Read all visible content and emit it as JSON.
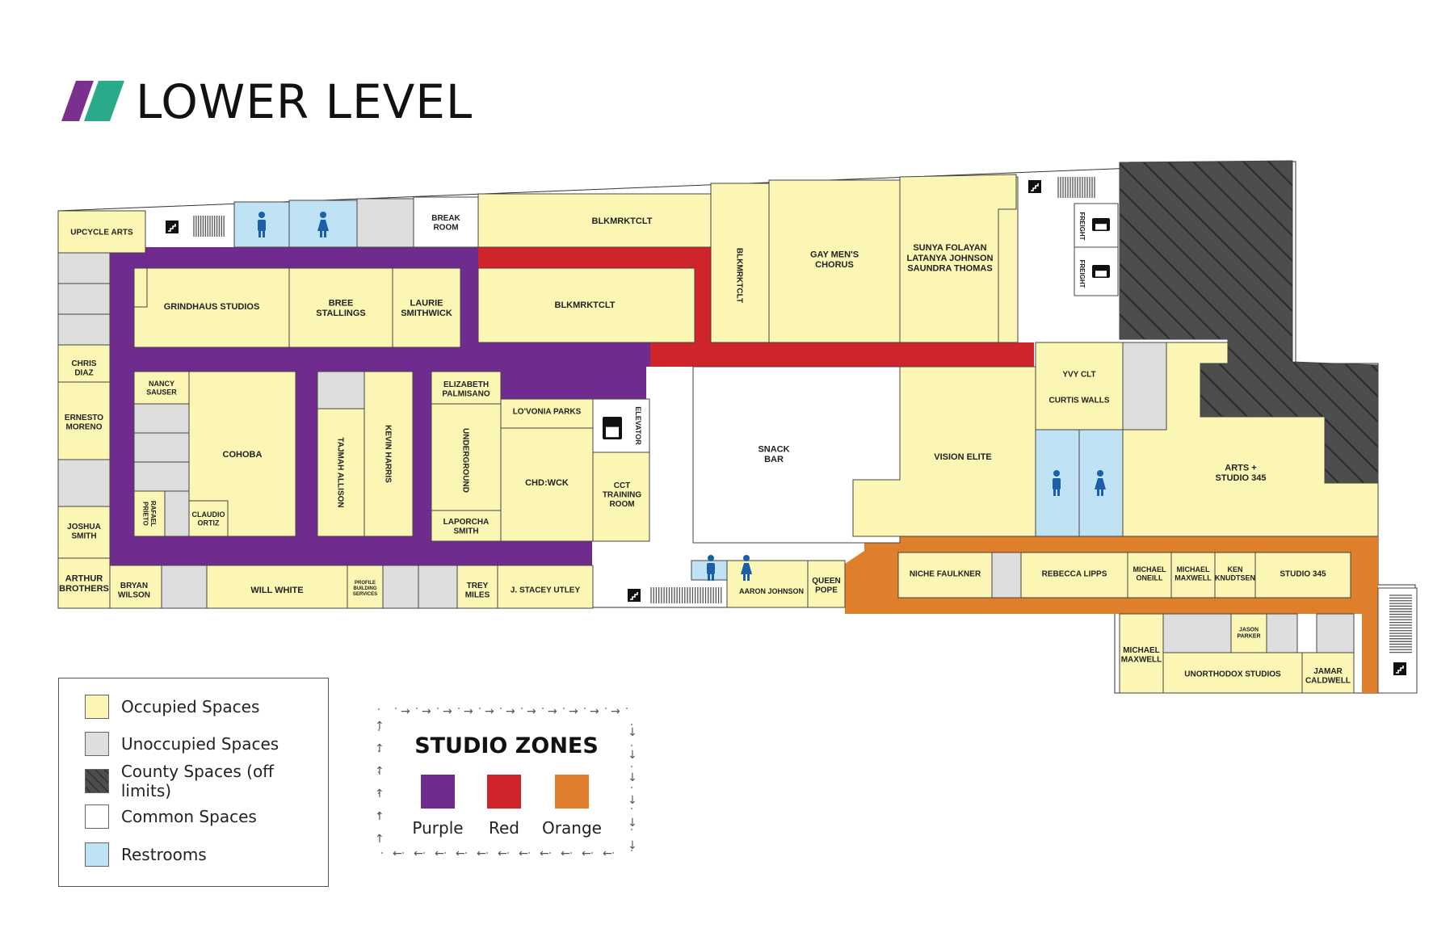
{
  "title": "LOWER LEVEL",
  "colors": {
    "occupied": "#fbf6b4",
    "unoccupied": "#dedede",
    "county": "#4d4d4d",
    "common": "#ffffff",
    "restroom": "#bfe2f5",
    "purple": "#6f2c8e",
    "red": "#d0242b",
    "orange": "#e07f2b",
    "logo_purple": "#7b2f8e",
    "logo_teal": "#2aa98b"
  },
  "rooms": {
    "upcycle_arts": "UPCYCLE ARTS",
    "break_room": [
      "BREAK",
      "ROOM"
    ],
    "blkmrktclt_top": "BLKMRKTCLT",
    "blkmrktclt_vertical": "BLKMRKTCLT",
    "blkmrktclt_mid": "BLKMRKTCLT",
    "gay_mens_chorus": [
      "GAY MEN'S",
      "CHORUS"
    ],
    "sunya": [
      "SUNYA FOLAYAN",
      "LATANYA JOHNSON",
      "SAUNDRA THOMAS"
    ],
    "freight": "FREIGHT",
    "grindhaus": "GRINDHAUS STUDIOS",
    "bree": [
      "BREE",
      "STALLINGS"
    ],
    "laurie": [
      "LAURIE",
      "SMITHWICK"
    ],
    "chris_diaz": [
      "CHRIS",
      "DIAZ"
    ],
    "ernesto": [
      "ERNESTO",
      "MORENO"
    ],
    "joshua": [
      "JOSHUA",
      "SMITH"
    ],
    "arthur": [
      "ARTHUR",
      "BROTHERS"
    ],
    "nancy": [
      "NANCY",
      "SAUSER"
    ],
    "cohoba": "COHOBA",
    "rafael": [
      "RAFAEL",
      "PRIETO"
    ],
    "claudio": [
      "CLAUDIO",
      "ORTIZ"
    ],
    "tajmah": "TAJMAH ALLISON",
    "kevin": "KEVIN HARRIS",
    "elizabeth": [
      "ELIZABETH",
      "PALMISANO"
    ],
    "underground": "UNDERGROUND",
    "laporcha": [
      "LAPORCHA",
      "SMITH"
    ],
    "lovonia": "LO'VONIA PARKS",
    "chd_wck": "CHD:WCK",
    "elevator": "ELEVATOR",
    "cct": [
      "CCT",
      "TRAINING",
      "ROOM"
    ],
    "snack_bar": [
      "SNACK",
      "BAR"
    ],
    "vision_elite": "VISION ELITE",
    "yvy_clt": "YVY CLT",
    "curtis": "CURTIS WALLS",
    "arts_studio": [
      "ARTS +",
      "STUDIO 345"
    ],
    "bryan": [
      "BRYAN",
      "WILSON"
    ],
    "will_white": "WILL WHITE",
    "profile": [
      "PROFILE",
      "BUILDING",
      "SERVICES"
    ],
    "trey": [
      "TREY",
      "MILES"
    ],
    "stacey": "J. STACEY UTLEY",
    "aaron": "AARON JOHNSON",
    "queen": [
      "QUEEN",
      "POPE"
    ],
    "niche": "NICHE FAULKNER",
    "rebecca": "REBECCA LIPPS",
    "michael_oneill": [
      "MICHAEL",
      "ONEILL"
    ],
    "michael_maxwell_top": [
      "MICHAEL",
      "MAXWELL"
    ],
    "ken": [
      "KEN",
      "KNUDTSEN"
    ],
    "studio_345": "STUDIO 345",
    "michael_maxwell_bottom": [
      "MICHAEL",
      "MAXWELL"
    ],
    "jason": [
      "JASON",
      "PARKER"
    ],
    "unorthodox": "UNORTHODOX STUDIOS",
    "jamar": [
      "JAMAR",
      "CALDWELL"
    ]
  },
  "legend": {
    "items": [
      {
        "label": "Occupied Spaces",
        "color": "#fbf6b4",
        "pattern": "solid"
      },
      {
        "label": "Unoccupied Spaces",
        "color": "#dedede",
        "pattern": "solid"
      },
      {
        "label": "County Spaces (off limits)",
        "color": "#4d4d4d",
        "pattern": "hatched"
      },
      {
        "label": "Common Spaces",
        "color": "#ffffff",
        "pattern": "solid"
      },
      {
        "label": "Restrooms",
        "color": "#bfe2f5",
        "pattern": "solid"
      }
    ]
  },
  "studio_zones": {
    "title": "STUDIO ZONES",
    "zones": [
      {
        "label": "Purple",
        "color": "#6f2c8e"
      },
      {
        "label": "Red",
        "color": "#d0242b"
      },
      {
        "label": "Orange",
        "color": "#e07f2b"
      }
    ]
  }
}
